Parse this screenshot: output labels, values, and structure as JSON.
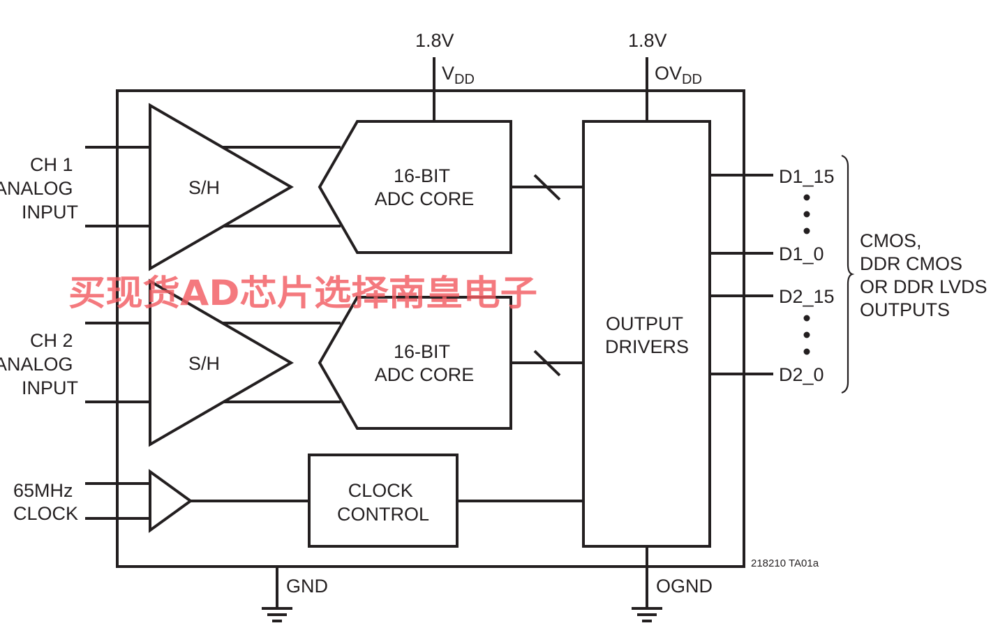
{
  "supplies": {
    "vdd_voltage": "1.8V",
    "vdd_name": "V",
    "vdd_sub": "DD",
    "ovdd_voltage": "1.8V",
    "ovdd_name": "OV",
    "ovdd_sub": "DD",
    "gnd": "GND",
    "ognd": "OGND"
  },
  "inputs": {
    "ch1": [
      "CH 1",
      "ANALOG",
      "INPUT"
    ],
    "ch2": [
      "CH 2",
      "ANALOG",
      "INPUT"
    ],
    "clock": [
      "65MHz",
      "CLOCK"
    ]
  },
  "blocks": {
    "sh1": "S/H",
    "sh2": "S/H",
    "adc1": [
      "16-BIT",
      "ADC CORE"
    ],
    "adc2": [
      "16-BIT",
      "ADC CORE"
    ],
    "clock_control": [
      "CLOCK",
      "CONTROL"
    ],
    "output_drivers": [
      "OUTPUT",
      "DRIVERS"
    ]
  },
  "outputs": {
    "pins": [
      "D1_15",
      "D1_0",
      "D2_15",
      "D2_0"
    ],
    "description": [
      "CMOS,",
      "DDR CMOS",
      "OR DDR LVDS",
      "OUTPUTS"
    ]
  },
  "figure_id": "218210 TA01a",
  "watermark": "买现货AD芯片选择南皇电子",
  "colors": {
    "line": "#231f20",
    "watermark": "#f25b62"
  }
}
